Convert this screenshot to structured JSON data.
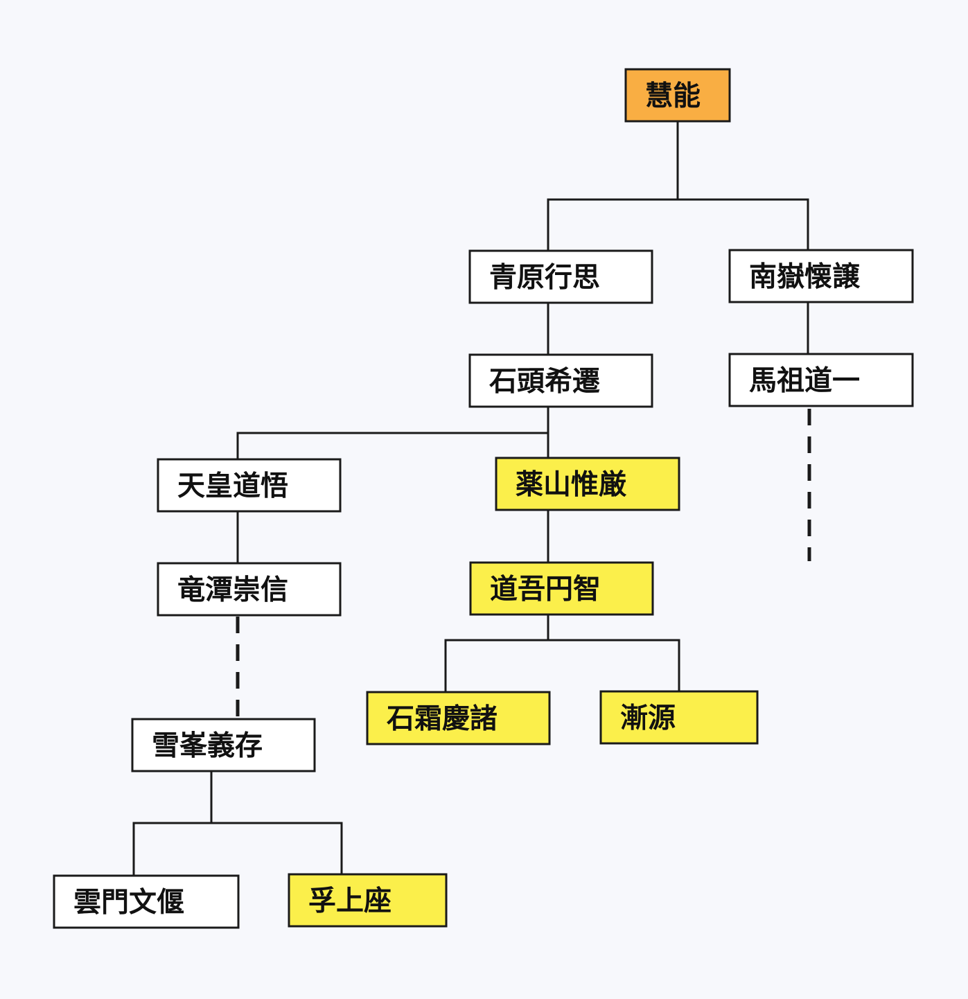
{
  "colors": {
    "background": "#f7f8fc",
    "default_fill": "#ffffff",
    "highlight_fill": "#fbef4b",
    "root_fill": "#f9ae43",
    "stroke": "#1a1a1a"
  },
  "nodes": [
    {
      "id": "n0",
      "label": "慧能",
      "style": "root"
    },
    {
      "id": "n1",
      "label": "青原行思",
      "style": "default"
    },
    {
      "id": "n2",
      "label": "南嶽懐譲",
      "style": "default"
    },
    {
      "id": "n3",
      "label": "石頭希遷",
      "style": "default"
    },
    {
      "id": "n4",
      "label": "馬祖道一",
      "style": "default"
    },
    {
      "id": "n5",
      "label": "天皇道悟",
      "style": "default"
    },
    {
      "id": "n6",
      "label": "薬山惟厳",
      "style": "highlight"
    },
    {
      "id": "n7",
      "label": "竜潭崇信",
      "style": "default"
    },
    {
      "id": "n8",
      "label": "道吾円智",
      "style": "highlight"
    },
    {
      "id": "n9",
      "label": "石霜慶諸",
      "style": "highlight"
    },
    {
      "id": "n10",
      "label": "漸源",
      "style": "highlight"
    },
    {
      "id": "n11",
      "label": "雪峯義存",
      "style": "default"
    },
    {
      "id": "n12",
      "label": "雲門文偃",
      "style": "default"
    },
    {
      "id": "n13",
      "label": "孚上座",
      "style": "highlight"
    }
  ],
  "edges": [
    {
      "from": "n0",
      "to": "n1",
      "dashed": false
    },
    {
      "from": "n0",
      "to": "n2",
      "dashed": false
    },
    {
      "from": "n1",
      "to": "n3",
      "dashed": false
    },
    {
      "from": "n2",
      "to": "n4",
      "dashed": false
    },
    {
      "from": "n3",
      "to": "n5",
      "dashed": false
    },
    {
      "from": "n3",
      "to": "n6",
      "dashed": false
    },
    {
      "from": "n4",
      "to": null,
      "dashed": true
    },
    {
      "from": "n5",
      "to": "n7",
      "dashed": false
    },
    {
      "from": "n6",
      "to": "n8",
      "dashed": false
    },
    {
      "from": "n7",
      "to": "n11",
      "dashed": true
    },
    {
      "from": "n8",
      "to": "n9",
      "dashed": false
    },
    {
      "from": "n8",
      "to": "n10",
      "dashed": false
    },
    {
      "from": "n11",
      "to": "n12",
      "dashed": false
    },
    {
      "from": "n11",
      "to": "n13",
      "dashed": false
    }
  ]
}
